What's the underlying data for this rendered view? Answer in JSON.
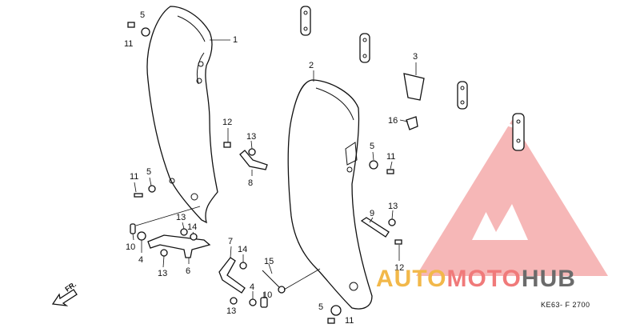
{
  "diagram": {
    "callouts": [
      "1",
      "2",
      "3",
      "4",
      "5",
      "6",
      "7",
      "8",
      "9",
      "10",
      "11",
      "12",
      "13",
      "14",
      "15",
      "16"
    ],
    "direction_label": "FR.",
    "drawing_code": "KE63- F 2700"
  },
  "watermark": {
    "part1": "AUTO",
    "part2": "MOTO",
    "part3": "HUB",
    "colors": {
      "auto": "#f2b84a",
      "moto": "#f07a7a",
      "hub": "#6b6b6b",
      "triangle": "#f4a0a0"
    }
  }
}
